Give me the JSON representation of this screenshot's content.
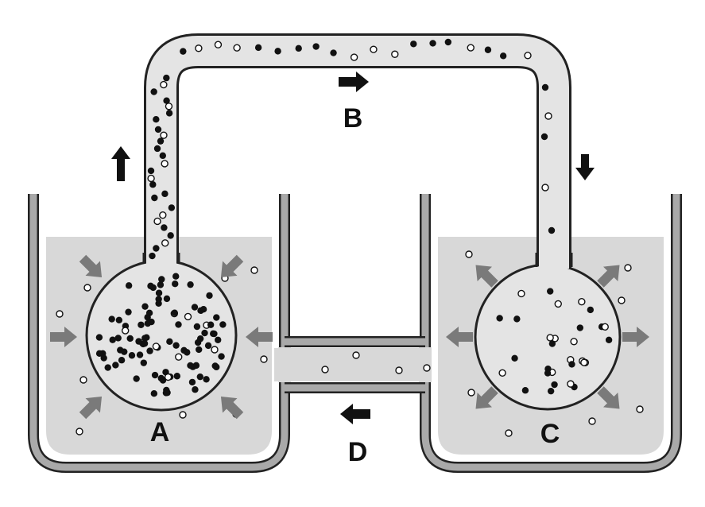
{
  "labels": {
    "a": "A",
    "b": "B",
    "c": "C",
    "d": "D"
  },
  "colors": {
    "liquid": "#d8d8d8",
    "wall": "#a9a9a9",
    "outline": "#222222",
    "tube_fill": "#e4e4e4",
    "particle_solid": "#111111",
    "particle_hollow": "#ffffff",
    "arrow": "#111111",
    "pressure_arrow": "#7a7a7a"
  },
  "arrow_directions": {
    "top_left": "up",
    "b": "right",
    "top_right": "down",
    "d": "left",
    "a_pressure": "inward",
    "c_pressure": "outward"
  }
}
